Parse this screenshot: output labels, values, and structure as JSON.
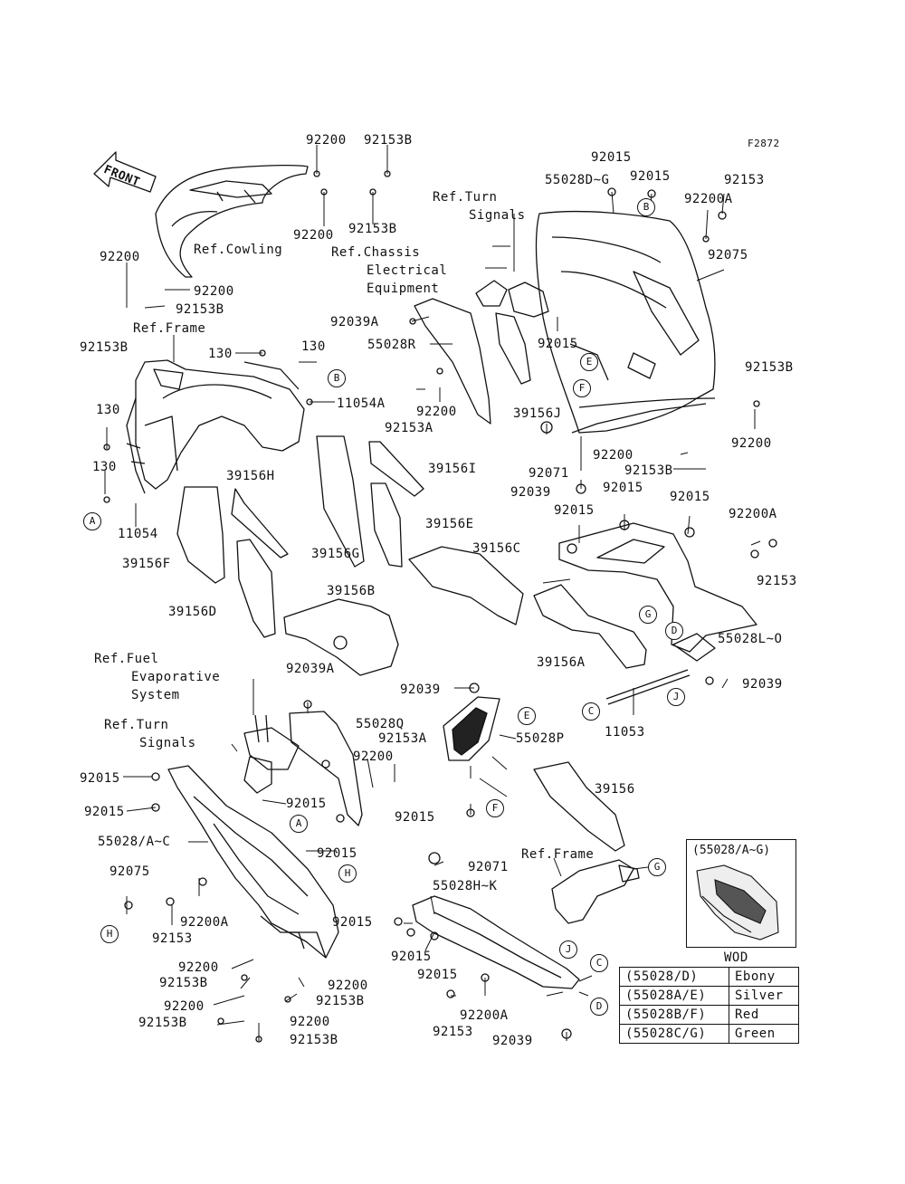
{
  "figure_id": "F2872",
  "front_arrow": "FRONT",
  "part_labels": [
    "92200",
    "92153B",
    "92200",
    "92153B",
    "92200",
    "92200",
    "92153B",
    "92153B",
    "92015",
    "55028D~G",
    "92015",
    "92153",
    "92200A",
    "92075",
    "130",
    "130",
    "11054A",
    "130",
    "130",
    "11054",
    "92039A",
    "55028R",
    "92200",
    "92153A",
    "39156J",
    "92015",
    "92153B",
    "92200",
    "92200",
    "92153B",
    "92071",
    "92039",
    "39156I",
    "39156H",
    "39156E",
    "39156G",
    "39156F",
    "39156C",
    "39156D",
    "39156B",
    "39156A",
    "92015",
    "92015",
    "92015",
    "92200A",
    "92153",
    "55028L~O",
    "92039",
    "11053",
    "92039A",
    "55028Q",
    "92153A",
    "92200",
    "92039",
    "55028P",
    "92015",
    "92015",
    "92015",
    "92015",
    "55028/A~C",
    "92015",
    "92071",
    "39156",
    "92075",
    "92153",
    "92200A",
    "55028H~K",
    "92015",
    "92015",
    "92015",
    "92200",
    "92153B",
    "92200",
    "92153B",
    "92200",
    "92153B",
    "92200",
    "92153B",
    "92200A",
    "92153",
    "92039"
  ],
  "ref_labels": {
    "cowling": "Ref.Cowling",
    "frame_top": "Ref.Frame",
    "turn_signals_top_1": "Ref.Turn",
    "turn_signals_top_2": "Signals",
    "chassis_1": "Ref.Chassis",
    "chassis_2": "Electrical",
    "chassis_3": "Equipment",
    "fuel_1": "Ref.Fuel",
    "fuel_2": "Evaporative",
    "fuel_3": "System",
    "turn_signals_bot_1": "Ref.Turn",
    "turn_signals_bot_2": "Signals",
    "frame_bottom": "Ref.Frame"
  },
  "callouts": [
    "A",
    "B",
    "B",
    "E",
    "F",
    "A",
    "G",
    "D",
    "C",
    "J",
    "E",
    "F",
    "A",
    "H",
    "G",
    "H",
    "J",
    "C",
    "D"
  ],
  "inset": {
    "title": "(55028/A~G)",
    "wod_label": "WOD"
  },
  "color_table": [
    {
      "code": "(55028/D)",
      "name": "Ebony"
    },
    {
      "code": "(55028A/E)",
      "name": "Silver"
    },
    {
      "code": "(55028B/F)",
      "name": "Red"
    },
    {
      "code": "(55028C/G)",
      "name": "Green"
    }
  ]
}
